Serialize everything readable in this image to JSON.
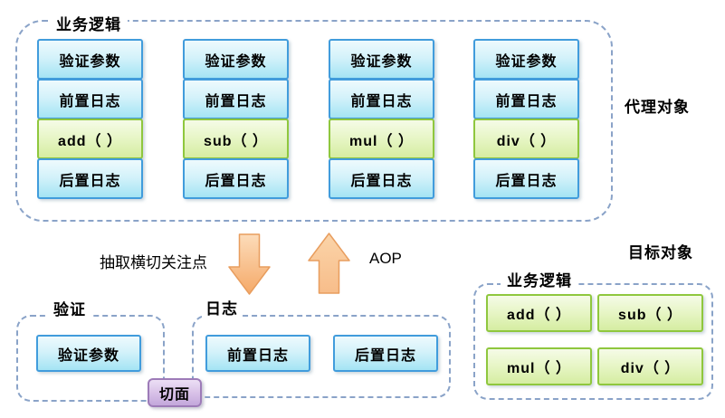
{
  "colors": {
    "box_blue_border": "#419cdc",
    "box_blue_fill_top": "#eefafd",
    "box_blue_fill_bottom": "#a4e4f4",
    "box_green_border": "#8fc73e",
    "box_green_fill_top": "#f5fbe7",
    "box_green_fill_bottom": "#d5eda1",
    "aspect_purple_border": "#9d7bb8",
    "aspect_purple_fill": "#c3a7db",
    "arrow_orange_fill": "#f6b377",
    "arrow_orange_border": "#e89d5e",
    "dashed_border": "#8aa3c8"
  },
  "proxy_group": {
    "label": "业务逻辑",
    "side_label": "代理对象",
    "columns": [
      {
        "rows": [
          {
            "label": "验证参数"
          },
          {
            "label": "前置日志"
          },
          {
            "label": "add（ ）"
          },
          {
            "label": "后置日志"
          }
        ]
      },
      {
        "rows": [
          {
            "label": "验证参数"
          },
          {
            "label": "前置日志"
          },
          {
            "label": "sub（ ）"
          },
          {
            "label": "后置日志"
          }
        ]
      },
      {
        "rows": [
          {
            "label": "验证参数"
          },
          {
            "label": "前置日志"
          },
          {
            "label": "mul（ ）"
          },
          {
            "label": "后置日志"
          }
        ]
      },
      {
        "rows": [
          {
            "label": "验证参数"
          },
          {
            "label": "前置日志"
          },
          {
            "label": "div（ ）"
          },
          {
            "label": "后置日志"
          }
        ]
      }
    ]
  },
  "middle": {
    "extract_label": "抽取横切关注点",
    "aop_label": "AOP",
    "down_arrow_icon": "down-arrow",
    "up_arrow_icon": "up-arrow"
  },
  "validation_group": {
    "label": "验证",
    "items": [
      "验证参数"
    ]
  },
  "logging_group": {
    "label": "日志",
    "items": [
      "前置日志",
      "后置日志"
    ]
  },
  "aspect": {
    "label": "切面"
  },
  "target_group": {
    "label": "业务逻辑",
    "side_label": "目标对象",
    "items": [
      "add（ ）",
      "sub（ ）",
      "mul（ ）",
      "div（ ）"
    ]
  }
}
